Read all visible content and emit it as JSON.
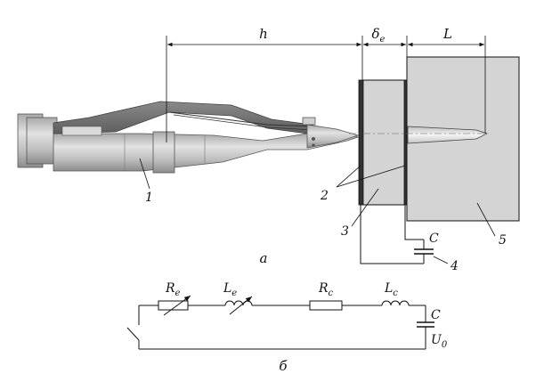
{
  "figure": {
    "dimensions": {
      "h": "h",
      "delta_e": "δ",
      "delta_e_sub": "e",
      "L": "L"
    },
    "part_labels": {
      "p1": "1",
      "p2": "2",
      "p3": "3",
      "p4": "4",
      "p5": "5"
    },
    "capacitor_top": "C",
    "caption_a": "а",
    "caption_b": "б",
    "circuit": {
      "Re_main": "R",
      "Re_sub": "e",
      "Le_main": "L",
      "Le_sub": "e",
      "Rc_main": "R",
      "Rc_sub": "c",
      "Lc_main": "L",
      "Lc_sub": "c",
      "C": "C",
      "U0_main": "U",
      "U0_sub": "0"
    }
  },
  "colors": {
    "ink": "#111111",
    "projectile_light": "#c9c9c9",
    "projectile_dark": "#6f6f6f",
    "target_fill": "#d4d4d4"
  }
}
